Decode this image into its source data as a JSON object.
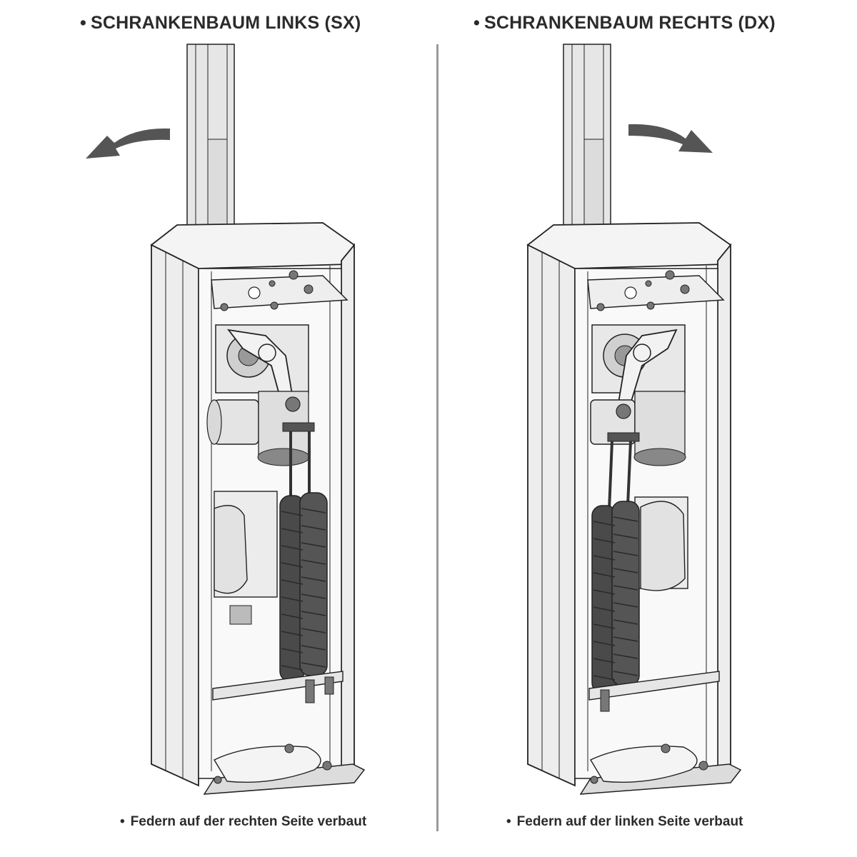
{
  "left": {
    "title_bullet": "•",
    "title": "SCHRANKENBAUM LINKS (SX)",
    "caption_bullet": "•",
    "caption": "Federn auf der rechten Seite verbaut"
  },
  "right": {
    "title_bullet": "•",
    "title": "SCHRANKENBAUM RECHTS (DX)",
    "caption_bullet": "•",
    "caption": "Federn auf der linken Seite verbaut"
  },
  "colors": {
    "text": "#2b2b2b",
    "divider": "#9a9a9a",
    "arrow": "#555555",
    "spring": "#4a4a4a",
    "cabinet": "#f2f2f2",
    "outline": "#222222"
  }
}
